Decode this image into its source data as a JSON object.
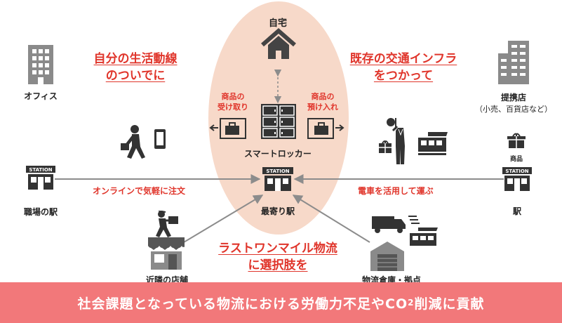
{
  "home_label": "自宅",
  "office_label": "オフィス",
  "partner_store_label": "提携店",
  "partner_store_sub": "（小売、百貨店など）",
  "headline_left": [
    "自分の生活動線",
    "のついでに"
  ],
  "headline_right": [
    "既存の交通インフラ",
    "をつかって"
  ],
  "headline_bottom": [
    "ラストワンマイル物流",
    "に選択肢を"
  ],
  "pickup_label": [
    "商品の",
    "受け取り"
  ],
  "deposit_label": [
    "商品の",
    "預け入れ"
  ],
  "smart_locker_label": "スマートロッカー",
  "goods_label": "商品",
  "work_station_label": "職場の駅",
  "nearest_station_label": "最寄り駅",
  "station_right_label": "駅",
  "online_order_label": "オンラインで気軽に注文",
  "train_transport_label": "電車を活用して運ぶ",
  "nearby_store_label": "近隣の店舗",
  "warehouse_label": "物流倉庫・拠点",
  "station_sign": "STATION",
  "banner": {
    "before": "社会課題となっている物流における労働力不足やCO",
    "sub": "2",
    "after": "削減に貢献"
  },
  "colors": {
    "accent_red": "#e0352b",
    "ellipse_fill": "#f7d9c9",
    "banner_fill": "#f2787a",
    "icon_dark": "#333333",
    "icon_gray": "#8a8a8a",
    "arrow_gray": "#8c8c8c"
  }
}
